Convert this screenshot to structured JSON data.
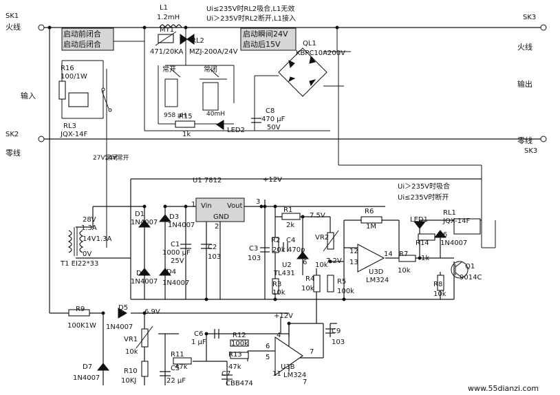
{
  "labels": {
    "sk1": "SK1",
    "live_left": "火线",
    "l1": "L1",
    "l1_value": "1.2mH",
    "note_rl2_on": "Ui≤235V时RL2吸合,L1无效",
    "note_rl2_off": "Ui＞235V时RL2断开,L1接入",
    "sk3_top": "SK3",
    "box1_line1": "启动前闭合",
    "box1_line2": "启动后闭合",
    "my1": "MY1",
    "rl2": "RL2",
    "my1_value": "471/20KA",
    "rl2_value": "MZJ-200A/24V",
    "box2_line1": "启动瞬间24V",
    "box2_line2": "启动后15V",
    "ql1": "QL1",
    "ql1_value": "KBPC10A200V",
    "live_right": "火线",
    "r16": "R16",
    "r16_value": "100/1W",
    "normally_open": "常开",
    "normally_closed": "常闭",
    "input": "输入",
    "output": "输出",
    "inductor_958": "958 μH",
    "inductor_40": "40mH",
    "c8": "C8",
    "c8_value": "470 μF",
    "c8_voltage": "50V",
    "rl3": "RL3",
    "r15": "R15",
    "r15_value": "1k",
    "led2": "LED2",
    "rl3_model": "JQX-14F",
    "sk2": "SK2",
    "neutral_left": "零线",
    "neutral_right": "零线",
    "sk3_bottom": "SK3",
    "v27_nc": "27V常闭",
    "v14_no": "14V常开",
    "u1": "U1 7812",
    "pin1": "1",
    "pin3": "3",
    "vin": "Vin",
    "vout": "Vout",
    "gnd": "GND",
    "pin2": "2",
    "v12_top": "+12V",
    "ui_note1": "Ui＞235V时吸合",
    "ui_note2": "Ui≤235V时断开",
    "v28": "28V",
    "a13": "1.3A",
    "v14_13a": "14V1.3A",
    "v0": "0V",
    "t1": "T1 EI22*33",
    "d1": "D1",
    "d1_value": "1N4007",
    "d3": "D3",
    "d3_value": "1N4007",
    "c1": "C1",
    "c1_value": "1000 μF",
    "c1_voltage": "25V",
    "c2": "C2",
    "c2_value": "103",
    "d2": "D2",
    "d2_value": "1N4007",
    "d4": "D4",
    "d4_value": "1N4007",
    "c3": "C3",
    "c3_value": "103",
    "r1": "R1",
    "r1_value": "2k",
    "v75": "7.5V",
    "r6": "R6",
    "r6_value": "1M",
    "r2": "R2",
    "r2_value": "20k",
    "c4": "C4",
    "c4_value": "470p",
    "vr2": "VR2",
    "pin12": "12",
    "pin13": "13",
    "pin14": "14",
    "u2": "U2",
    "pin6": "6",
    "u2_model": "TL431",
    "v72": "7.2V",
    "r3": "R3",
    "r3_value": "10k",
    "r4": "R4",
    "r4_value": "10k",
    "vr2_value": "10k",
    "r5": "R5",
    "r5_value": "100k",
    "u3d": "U3D",
    "u3d_model": "LM324",
    "led1": "LED1",
    "rl1": "RL1",
    "rl1_model": "JQX-14F",
    "r14": "R14",
    "r14_value": "1k",
    "d6": "D6",
    "d6_value": "1N4007",
    "r7": "R7",
    "r7_value": "10k",
    "q1": "Q1",
    "q1_model": "9014C",
    "r8": "R8",
    "r8_value": "10k",
    "r9": "R9",
    "r9_value": "100K1W",
    "d5": "D5",
    "d5_value": "1N4007",
    "v69": "6.9V",
    "v12_bottom": "+12V",
    "c6": "C6",
    "c6_value": "1 μF",
    "r12": "R12",
    "r12_value": "100k",
    "pin4": "4",
    "pin6b": "6",
    "pin5": "5",
    "pin7": "7",
    "c9": "C9",
    "c9_value": "103",
    "vr1": "VR1",
    "vr1_value": "10k",
    "r11": "R11",
    "r11_value": "47k",
    "r13": "R13",
    "r13_value": "47k",
    "u3b": "U3B",
    "pin11": "11",
    "u3b_model": "LM324",
    "d7": "D7",
    "d7_value": "1N4007",
    "r10": "R10",
    "r10_value": "10KJ",
    "c5": "C5",
    "c5_value": "22 μF",
    "c7": "C7",
    "c7_value": "CBB474",
    "pin7b": "7",
    "watermark": "www.55dianzi.com"
  }
}
